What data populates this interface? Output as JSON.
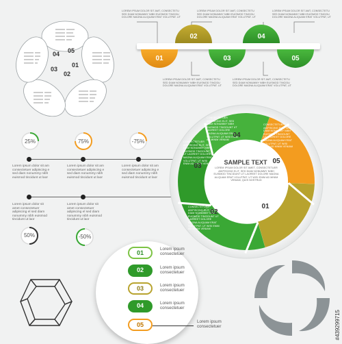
{
  "colors": {
    "green": "#3aa835",
    "olive": "#b8a32e",
    "orange": "#f39c1f",
    "dark_green": "#2f8f2a",
    "gray": "#8c9396",
    "line": "#555555"
  },
  "lorem_small": "LOREM IPSUM DOLOR SIT AMT, CONSECTETU SED DIAM NONUMMY NIBH EUISMOD TINCIDU DOLORE MAGNA ALIQUAM ERAT VOLUTPAT. UT",
  "lorem_small_alt": "LOREM IPSUM DOLOR SIT AMT, CONSECTETU SED DIAM NONUMMY NIBH EUISMOD TINCIDU DOLORE MAGNA ALIQUAM ERAT VOLUTPAT, UT",
  "lorem_body": "Lorem ipsum dolor sit amet consectetuer adipiscing el sed diam nonummy nibh euismod tincidunt ut laor",
  "lorem_body_alt": "Lorem ipsum dolor sit am consectetuer adipiscing e sed diam nonummy nibh euismod tincidunt ut laor",
  "flower": {
    "labels": [
      "01",
      "02",
      "03",
      "04",
      "05"
    ]
  },
  "timeline": {
    "labels": [
      "01",
      "02",
      "03",
      "04",
      "05"
    ]
  },
  "donuts": {
    "row1": [
      {
        "label": "25%",
        "value": 25
      },
      {
        "label": "75%",
        "value": 75
      },
      {
        "label": "-75%",
        "value": -75
      }
    ],
    "row2": [
      {
        "label": "50%",
        "value": 50
      },
      {
        "label": "-50%",
        "value": -50
      }
    ]
  },
  "wheel": {
    "title": "SAMPLE TEXT",
    "labels": [
      "01",
      "02",
      "03",
      "04",
      "05"
    ],
    "center_text": "LOREM IPSUM DOLOR SIT AMET, CONSECTETUER ADIPISCING ELIT, SED DIAM NONUMMY NIBH EUISMOD TINCIDUNT UT LAOREET DOLORE MAGNA ALIQUAM ERAT VOLUTPAT. UT WISI ENIM AD MINIM VENIAM, QUIS NOSTRUD",
    "seg_text": "CONSECTETUER ADIPISCING ELIT, SED DIAM NONUMMY NIBH EUISMOD TINCIDUNT UT LAOREET DOLORE MAGNA ALIQUAM ERAT VOLUTPAT. UT WISI ENIM AD MINIM VENIAM"
  },
  "list": {
    "items": [
      {
        "num": "01",
        "text": "Lorem ipsum consectetuer"
      },
      {
        "num": "02",
        "text": "Lorem ipsum consectetuer"
      },
      {
        "num": "03",
        "text": "Lorem ipsum consectetuer"
      },
      {
        "num": "04",
        "text": "Lorem ipsum consectetuer"
      },
      {
        "num": "05",
        "text": "Lorem ipsum consectetuer"
      }
    ]
  },
  "stock_id": "#439299715"
}
